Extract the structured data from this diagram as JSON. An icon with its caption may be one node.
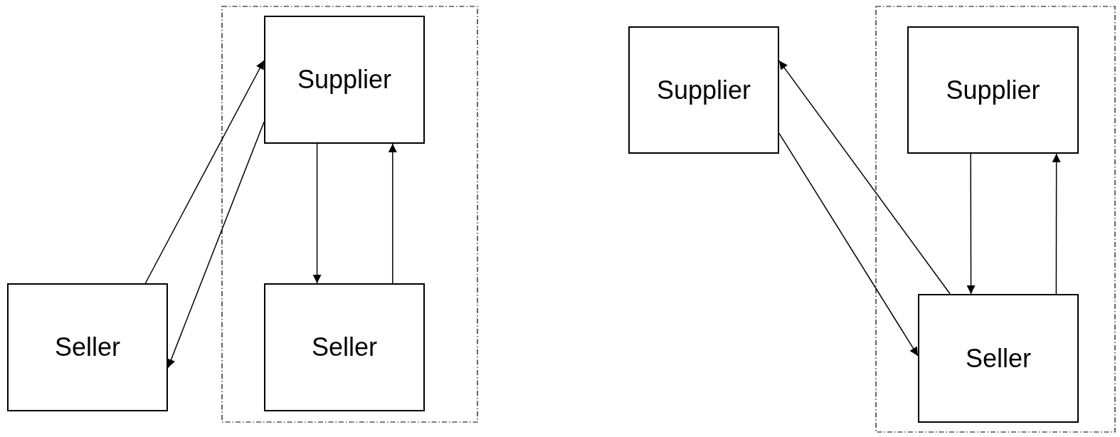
{
  "diagram": {
    "nodes": [
      {
        "text": [
          "Seller"
        ]
      },
      {
        "text": [],
        "shape": "box"
      },
      {
        "text": [
          "Supplier"
        ],
        "in": 1
      },
      {
        "text": [
          "Seller"
        ],
        "in": 1
      },
      {
        "text": [
          "Supplier"
        ]
      },
      {
        "text": [],
        "shape": "box"
      },
      {
        "text": [
          "Supplier"
        ],
        "in": 5
      },
      {
        "text": [
          "Seller"
        ],
        "in": 5
      }
    ],
    "edges": [
      {
        "from": 0,
        "to": 2,
        "arrow": "to"
      },
      {
        "from": 2,
        "to": 0,
        "arrow": "to"
      },
      {
        "from": 2,
        "to": 3,
        "arrow": "to"
      },
      {
        "from": 3,
        "to": 2,
        "arrow": "to"
      },
      {
        "from": 7,
        "to": 4,
        "arrow": "to"
      },
      {
        "from": 4,
        "to": 7,
        "arrow": "to"
      },
      {
        "from": 6,
        "to": 7,
        "arrow": "to"
      },
      {
        "from": 7,
        "to": 6,
        "arrow": "to"
      }
    ]
  }
}
